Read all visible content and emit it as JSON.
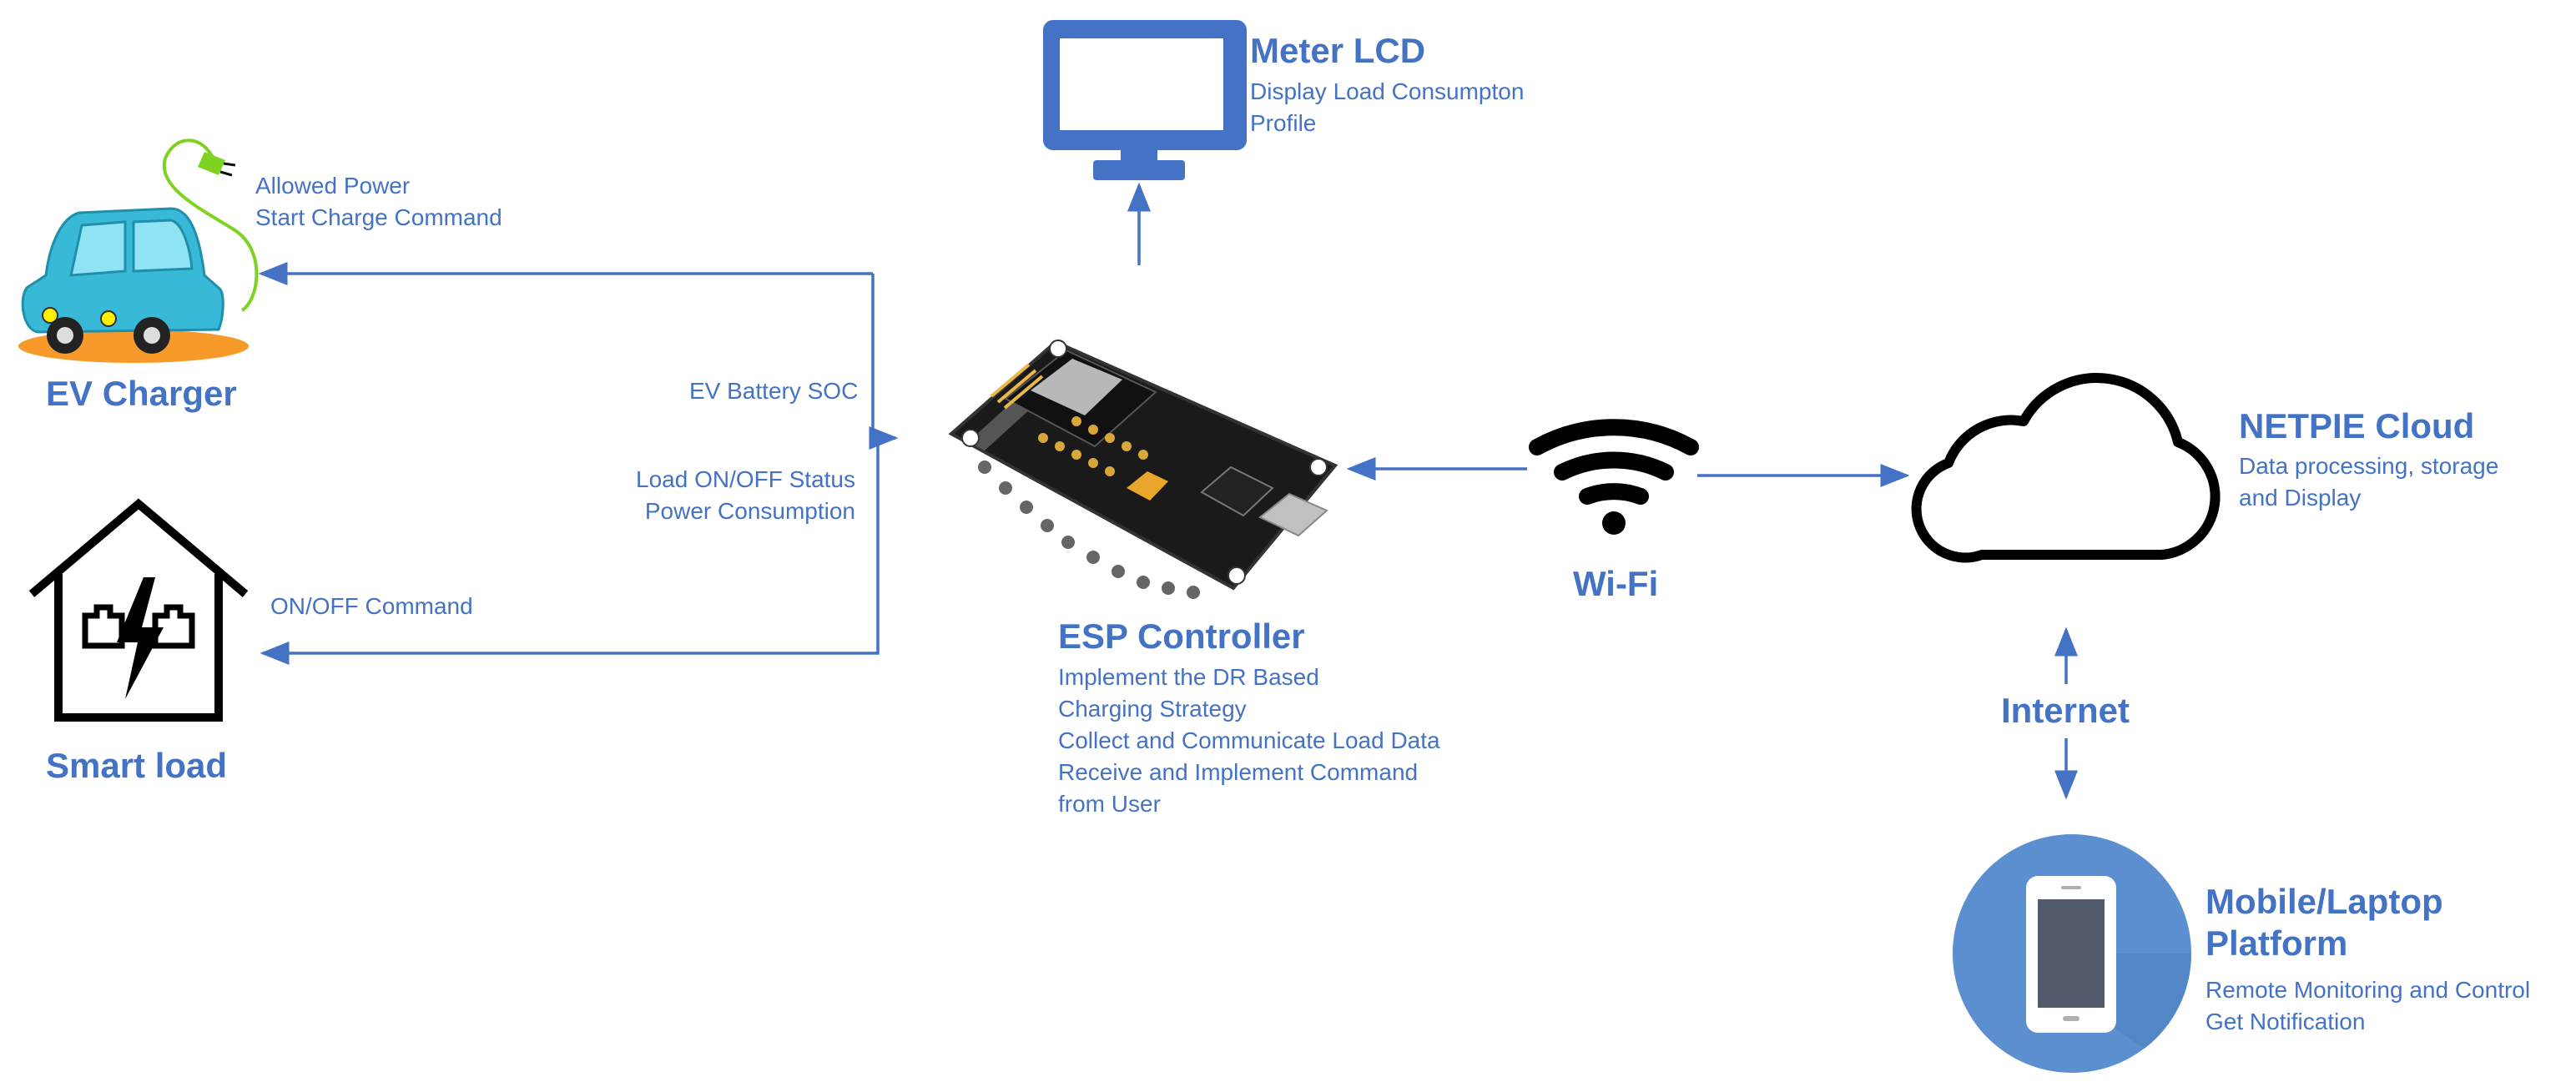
{
  "colors": {
    "accent": "#4472c4",
    "icon_dark": "#000000",
    "car_body": "#39b9d8",
    "car_ground": "#f79a2a",
    "plug_green": "#7ed321",
    "phone_circle": "#5b8fd0",
    "board_dark": "#1a1a1a"
  },
  "nodes": {
    "meter_lcd": {
      "title": "Meter LCD",
      "desc": [
        "Display  Load Consumpton",
        "Profile"
      ],
      "icon": "monitor-icon"
    },
    "ev_charger": {
      "title": "EV Charger",
      "icon": "electric-car-icon"
    },
    "smart_load": {
      "title": "Smart load",
      "icon": "smart-home-icon"
    },
    "esp_controller": {
      "title": "ESP Controller",
      "desc": [
        "Implement the DR Based",
        "Charging Strategy",
        "Collect and Communicate Load Data",
        "Receive and Implement Command",
        "from User"
      ],
      "icon": "esp-board-icon"
    },
    "wifi": {
      "title": "Wi-Fi",
      "icon": "wifi-icon"
    },
    "netpie_cloud": {
      "title": "NETPIE Cloud",
      "desc": [
        "Data processing, storage",
        "and Display"
      ],
      "icon": "cloud-icon"
    },
    "internet": {
      "title": "Internet"
    },
    "mobile": {
      "title": [
        "Mobile/Laptop",
        "Platform"
      ],
      "desc": [
        "Remote Monitoring and Control",
        "Get Notification"
      ],
      "icon": "smartphone-icon"
    }
  },
  "edge_labels": {
    "ev_commands": [
      "Allowed Power",
      "Start Charge Command"
    ],
    "ev_soc": "EV Battery SOC",
    "load_status": [
      "Load ON/OFF Status",
      "Power Consumption"
    ],
    "load_command": "ON/OFF Command"
  }
}
